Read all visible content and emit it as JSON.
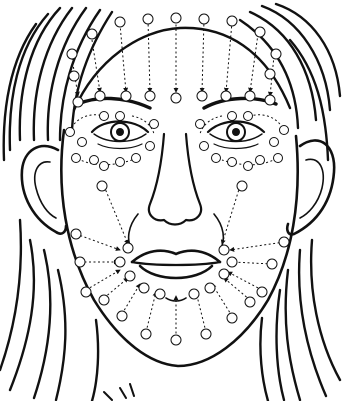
{
  "colors": {
    "ink": "#111111",
    "background": "#ffffff",
    "node_fill": "#ffffff"
  },
  "diagram": {
    "kind": "facial-massage-lines",
    "node_style": "open-circle",
    "connector_style": "dotted-arrow"
  }
}
